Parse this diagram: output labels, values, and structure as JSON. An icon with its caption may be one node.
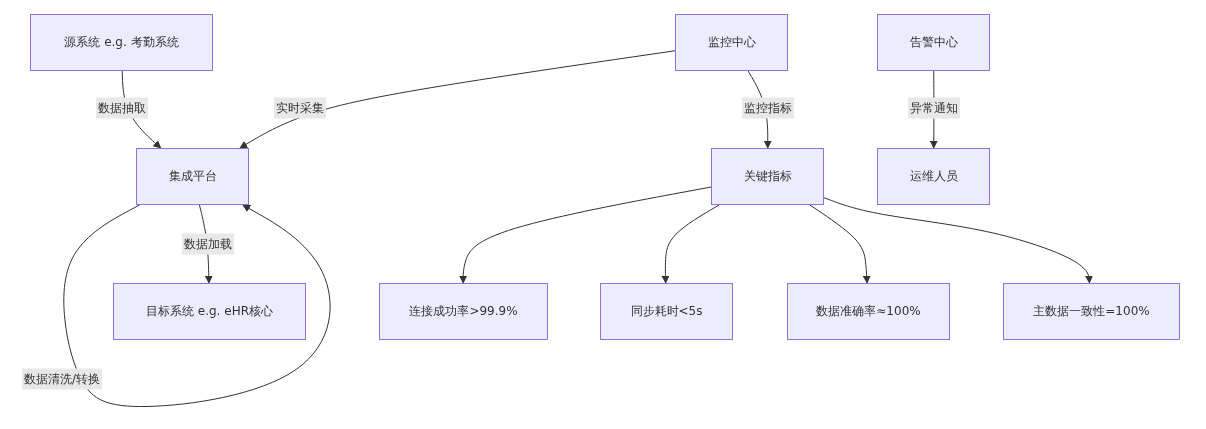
{
  "diagram": {
    "nodes": [
      {
        "text": [
          "源系统 e.g. 考勤系统"
        ]
      },
      {
        "text": [
          "集成平台"
        ]
      },
      {
        "text": [
          "目标系统 e.g. eHR核心"
        ]
      },
      {
        "text": [
          "监控中心"
        ]
      },
      {
        "text": [
          "告警中心"
        ]
      },
      {
        "text": [
          "关键指标"
        ]
      },
      {
        "text": [
          "运维人员"
        ]
      },
      {
        "text": [
          "连接成功率>99.9%"
        ]
      },
      {
        "text": [
          "同步耗时<5s"
        ]
      },
      {
        "text": [
          "数据准确率≈100%"
        ]
      },
      {
        "text": [
          "主数据一致性=100%"
        ]
      }
    ],
    "edges": [
      {
        "from": 0,
        "to": 1,
        "arrow": "to",
        "label": "数据抽取"
      },
      {
        "from": 3,
        "to": 1,
        "arrow": "to",
        "label": "实时采集"
      },
      {
        "from": 1,
        "to": 2,
        "arrow": "to",
        "label": "数据加载"
      },
      {
        "from": 1,
        "to": 1,
        "arrow": "to",
        "label": "数据清洗/转换"
      },
      {
        "from": 3,
        "to": 5,
        "arrow": "to",
        "label": "监控指标"
      },
      {
        "from": 4,
        "to": 6,
        "arrow": "to",
        "label": "异常通知"
      },
      {
        "from": 5,
        "to": 7,
        "arrow": "to"
      },
      {
        "from": 5,
        "to": 8,
        "arrow": "to"
      },
      {
        "from": 5,
        "to": 9,
        "arrow": "to"
      },
      {
        "from": 5,
        "to": 10,
        "arrow": "to"
      }
    ]
  }
}
